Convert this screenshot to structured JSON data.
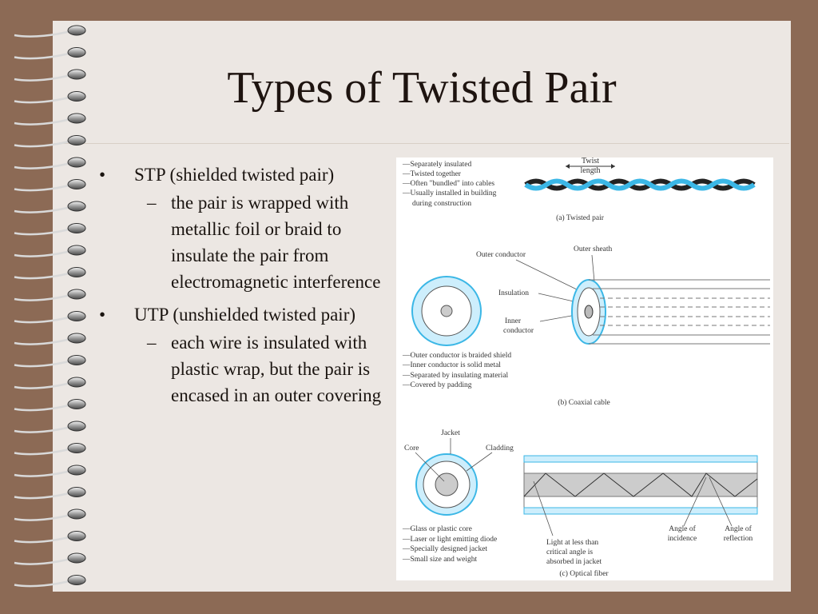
{
  "slide": {
    "title": "Types of Twisted Pair",
    "bullets": [
      {
        "marker": "•",
        "text": "STP (shielded twisted pair)"
      },
      {
        "marker": "–",
        "text": "the pair is wrapped with metallic foil or braid to insulate the pair from electromagnetic interference"
      },
      {
        "marker": "•",
        "text": "UTP (unshielded twisted pair)"
      },
      {
        "marker": "–",
        "text": "each wire is insulated with plastic wrap, but the pair is encased in an outer covering"
      }
    ]
  },
  "figure": {
    "twisted": {
      "notes": [
        "—Separately insulated",
        "—Twisted together",
        "—Often \"bundled\" into cables",
        "—Usually installed in building",
        "during construction"
      ],
      "twist_label_1": "Twist",
      "twist_label_2": "length",
      "caption": "(a) Twisted pair"
    },
    "coax": {
      "outer_conductor": "Outer conductor",
      "outer_sheath": "Outer sheath",
      "insulation": "Insulation",
      "inner_1": "Inner",
      "inner_2": "conductor",
      "notes": [
        "—Outer conductor is braided shield",
        "—Inner conductor is solid metal",
        "—Separated by insulating material",
        "—Covered by padding"
      ],
      "caption": "(b) Coaxial cable"
    },
    "fiber": {
      "jacket": "Jacket",
      "core": "Core",
      "cladding": "Cladding",
      "notes": [
        "—Glass or plastic core",
        "—Laser or light emitting diode",
        "—Specially designed jacket",
        "—Small size and weight"
      ],
      "light_1": "Light at less than",
      "light_2": "critical angle is",
      "light_3": "absorbed in jacket",
      "incidence_1": "Angle of",
      "incidence_2": "incidence",
      "reflection_1": "Angle of",
      "reflection_2": "reflection",
      "caption": "(c) Optical fiber"
    }
  },
  "colors": {
    "frame": "#8c6a55",
    "slide": "#ece7e3",
    "cable_blue": "#3bb7e6",
    "light_blue": "#cdeefc"
  }
}
